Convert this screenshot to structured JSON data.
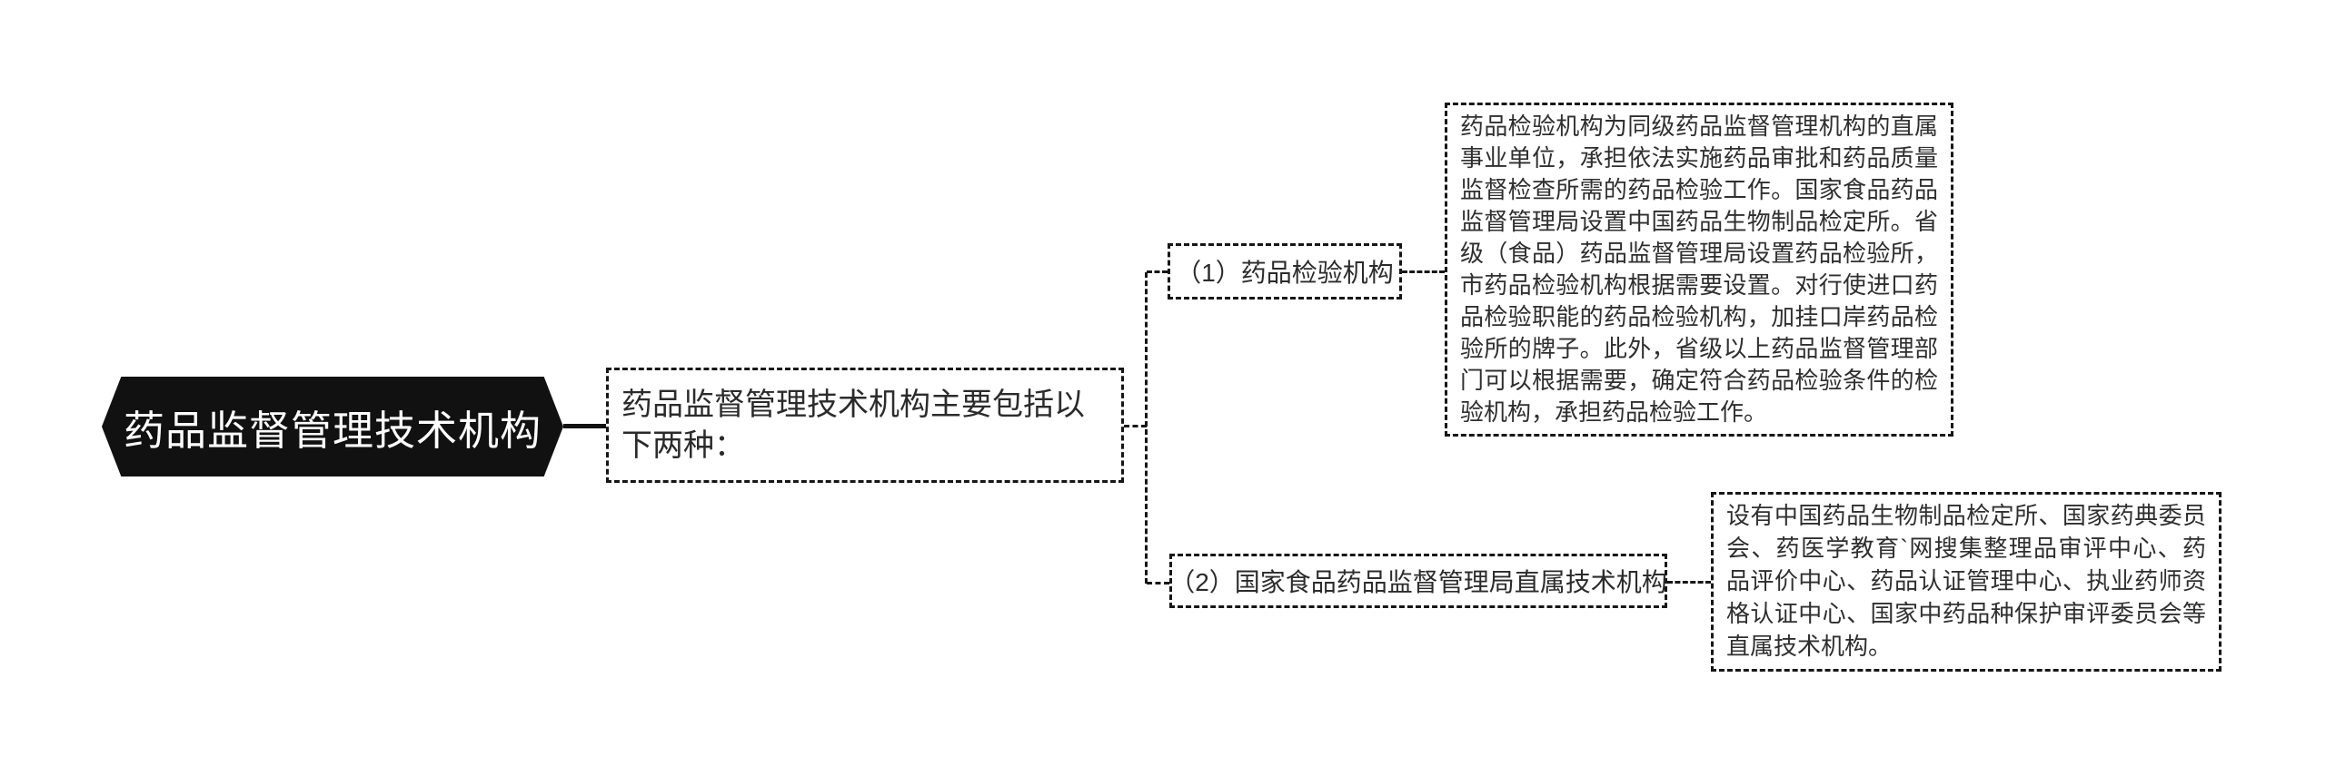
{
  "root": {
    "label": "药品监督管理技术机构"
  },
  "intro": {
    "text": "药品监督管理技术机构主要包括以下两种："
  },
  "branch1": {
    "label": "（1）药品检验机构",
    "detail": "药品检验机构为同级药品监督管理机构的直属事业单位，承担依法实施药品审批和药品质量监督检查所需的药品检验工作。国家食品药品监督管理局设置中国药品生物制品检定所。省级（食品）药品监督管理局设置药品检验所，市药品检验机构根据需要设置。对行使进口药品检验职能的药品检验机构，加挂口岸药品检验所的牌子。此外，省级以上药品监督管理部门可以根据需要，确定符合药品检验条件的检验机构，承担药品检验工作。"
  },
  "branch2": {
    "label": "（2）国家食品药品监督管理局直属技术机构",
    "detail": "设有中国药品生物制品检定所、国家药典委员会、药医学教育`网搜集整理品审评中心、药品评价中心、药品认证管理中心、执业药师资格认证中心、国家中药品种保护审评委员会等直属技术机构。"
  },
  "colors": {
    "node_fill": "#111111",
    "node_text": "#ffffff",
    "border": "#161616",
    "text": "#2f2f2f",
    "background": "#ffffff"
  }
}
